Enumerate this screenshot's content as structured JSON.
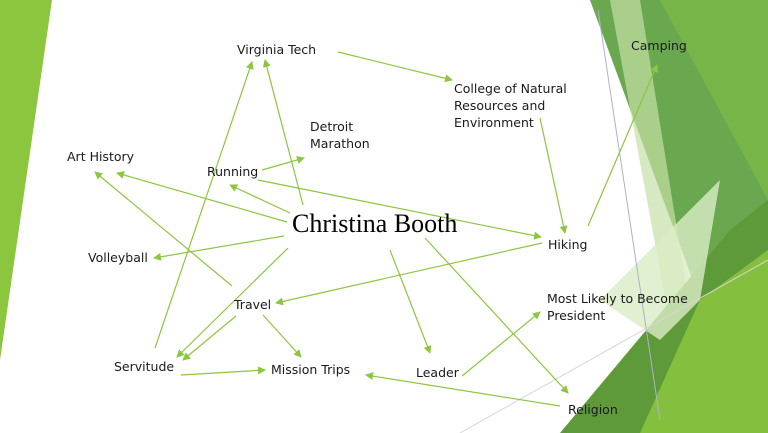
{
  "diagram": {
    "center": "Christina Booth",
    "nodes": {
      "virginia_tech": "Virginia Tech",
      "college": [
        "College of Natural",
        "Resources and",
        "Environment"
      ],
      "camping": "Camping",
      "detroit": [
        "Detroit",
        "Marathon"
      ],
      "art_history": "Art History",
      "running": "Running",
      "hiking": "Hiking",
      "volleyball": "Volleyball",
      "travel": "Travel",
      "most_likely": [
        "Most Likely to Become",
        "President"
      ],
      "servitude": "Servitude",
      "mission_trips": "Mission Trips",
      "leader": "Leader",
      "religion": "Religion"
    },
    "colors": {
      "arrow": "#8dc63f",
      "accent_light": "#8cc63f",
      "accent_mid": "#7ab648",
      "accent_dark": "#5e9a3a"
    }
  }
}
